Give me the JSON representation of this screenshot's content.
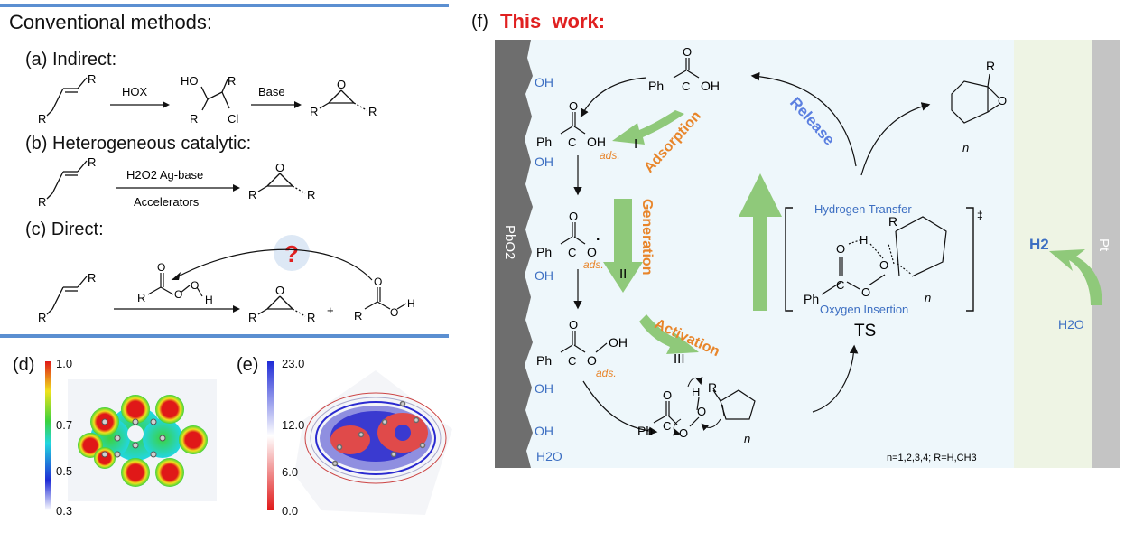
{
  "left": {
    "heading": "Conventional methods:",
    "a_label": "(a) Indirect:",
    "a_reagent1": "HOX",
    "a_reagent2": "Base",
    "b_label": "(b) Heterogeneous catalytic:",
    "b_reagent_top": "H2O2  Ag-base",
    "b_reagent_bottom": "Accelerators",
    "c_label": "(c) Direct:",
    "question": "?",
    "plus": "+"
  },
  "panel_d": {
    "label": "(d)",
    "scale_max": "1.0",
    "scale_mid1": "0.7",
    "scale_mid2": "0.5",
    "scale_min": "0.3"
  },
  "panel_e": {
    "label": "(e)",
    "scale_max": "23.0",
    "scale_mid1": "12.0",
    "scale_mid2": "6.0",
    "scale_min": "0.0"
  },
  "panel_f": {
    "label": "(f)",
    "title": "This  work:",
    "anode": "PbO2",
    "cathode": "Pt",
    "h2": "H2",
    "h2o_right": "H2O",
    "h2o_left": "H2O",
    "oh": "OH",
    "ph": "Ph",
    "ads": "ads.",
    "step1": "Adsorption",
    "step2": "Generation",
    "step3": "Activation",
    "step4": "Release",
    "roman1": "I",
    "roman2": "II",
    "roman3": "III",
    "hydrogen_transfer": "Hydrogen Transfer",
    "oxygen_insertion": "Oxygen Insertion",
    "ts": "TS",
    "footnote": "n=1,2,3,4; R=H,CH3"
  },
  "colors": {
    "accent_blue": "#5b8fd1",
    "title_red": "#e02020",
    "orange": "#e8852a",
    "arrow_green": "#8fc97a",
    "panel_bg": "#eef7fb",
    "right_bg": "#eef4e4",
    "electrode_gray": "#6e6e6e"
  }
}
